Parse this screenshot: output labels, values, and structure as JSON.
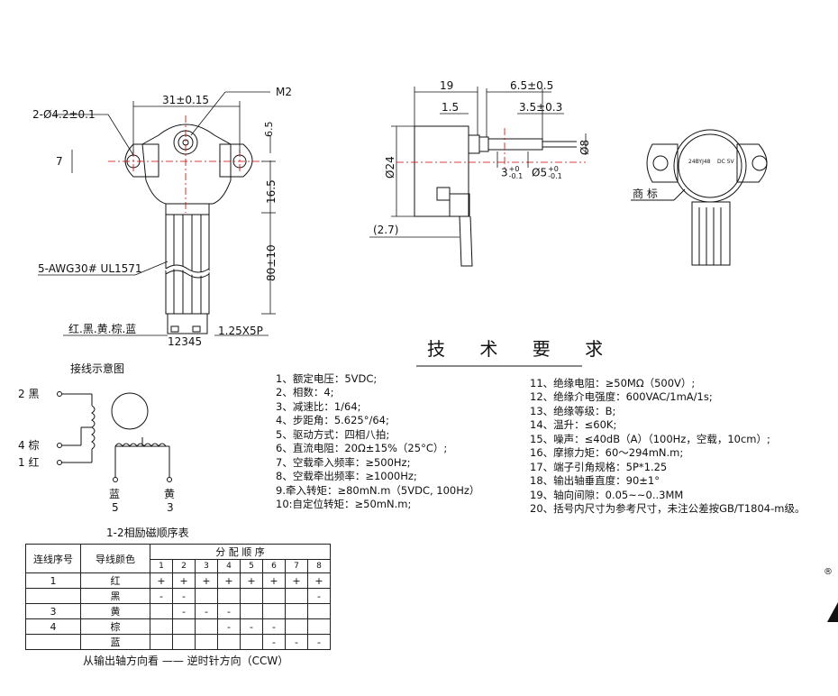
{
  "front_view": {
    "dim_spacing": "31±0.15",
    "dim_thread": "M2",
    "dim_holes": "2-Ø4.2±0.1",
    "dim_seven": "7",
    "dim_ear": "6.5",
    "dim_height": "16.5",
    "dim_lead": "80±10",
    "wire_spec": "5-AWG30# UL1571",
    "wire_colors": "红.黑.黄.棕.蓝",
    "pin_numbers": "12345",
    "connector": "1.25X5P"
  },
  "side_view": {
    "dim_19": "19",
    "dim_6_5": "6.5±0.5",
    "dim_1_5": "1.5",
    "dim_3_5": "3.5±0.3",
    "dim_dia24": "Ø24",
    "dim_dia8": "Ø8",
    "dim_2_7": "(2.7)",
    "dim_3_tol": "3",
    "dim_3_tol_sup": "+0",
    "dim_3_tol_sub": "-0.1",
    "dim_dia5": "Ø5",
    "dim_dia5_sup": "+0",
    "dim_dia5_sub": "-0.1"
  },
  "label_view": {
    "label_callout": "商 标",
    "label_line1": "24BYJ48",
    "label_line2": "DC 5V"
  },
  "wiring": {
    "title": "接线示意图",
    "pin2": "2 黑",
    "pin4": "4 棕",
    "pin1": "1 红",
    "blue_label": "蓝",
    "blue_num": "5",
    "yellow_label": "黄",
    "yellow_num": "3"
  },
  "requirements": {
    "title": "技 术 要 求",
    "left": [
      "1、额定电压：5VDC;",
      "2、相数：4;",
      "3、减速比：1/64;",
      "4、步距角：5.625°/64;",
      "5、驱动方式：四相八拍;",
      "6、直流电阻：20Ω±15%（25°C）;",
      "7、空载牵入频率：≥500Hz;",
      "8、空载牵出频率：≥1000Hz;",
      "9.牵入转矩：≥80mN.m（5VDC, 100Hz）",
      "10:自定位转矩：≥50mN.m;"
    ],
    "right": [
      "11、绝缘电阻：≥50MΩ（500V）;",
      "12、绝缘介电强度：600VAC/1mA/1s;",
      "13、绝缘等级：B;",
      "14、温升：≤60K;",
      "15、噪声：≤40dB（A）（100Hz，空载，10cm）;",
      "16、摩擦力矩：60～294mN.m;",
      "17、端子引角规格：5P*1.25",
      "18、输出轴垂直度：90±1°",
      "19、轴向间隙：0.05~~0..3MM",
      "20、括号内尺寸为参考尺寸，未注公差按GB/T1804-m级。"
    ]
  },
  "sequence_table": {
    "caption": "1-2相励磁顺序表",
    "header_lead": "连线序号",
    "header_color": "导线颜色",
    "header_seq": "分 配 顺 序",
    "steps": [
      "1",
      "2",
      "3",
      "4",
      "5",
      "6",
      "7",
      "8"
    ],
    "rows": [
      {
        "lead": "1",
        "color": "红",
        "cells": [
          "+",
          "+",
          "+",
          "+",
          "+",
          "+",
          "+",
          "+"
        ]
      },
      {
        "lead": "",
        "color": "黑",
        "cells": [
          "-",
          "-",
          "",
          "",
          "",
          "",
          "",
          "-"
        ]
      },
      {
        "lead": "3",
        "color": "黄",
        "cells": [
          "",
          "-",
          "-",
          "-",
          "",
          "",
          "",
          ""
        ]
      },
      {
        "lead": "4",
        "color": "棕",
        "cells": [
          "",
          "",
          "",
          "-",
          "-",
          "-",
          "",
          ""
        ]
      },
      {
        "lead": "",
        "color": "蓝",
        "cells": [
          "",
          "",
          "",
          "",
          "",
          "-",
          "-",
          "-"
        ]
      }
    ],
    "footer": "从输出轴方向看 —— 逆时针方向（CCW）"
  },
  "registered_mark": "®"
}
